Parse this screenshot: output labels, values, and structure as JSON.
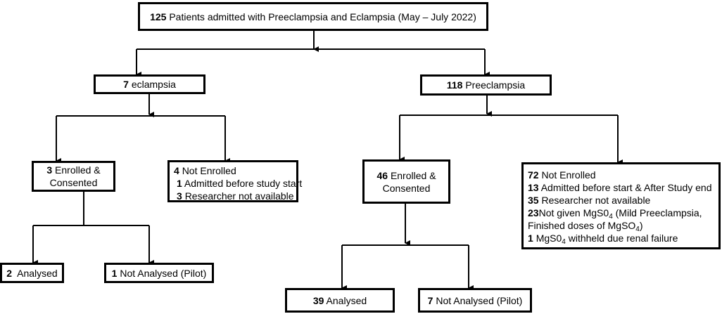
{
  "root": {
    "count": "125",
    "text": "Patients admitted with Preeclampsia and Eclampsia (May – July 2022)"
  },
  "eclampsia": {
    "count": "7",
    "label": "eclampsia",
    "enrolled": {
      "count": "3",
      "line1": "Enrolled &",
      "line2": "Consented"
    },
    "not_enrolled": {
      "count": "4",
      "label": "Not Enrolled",
      "reasons": [
        {
          "count": "1",
          "text": "Admitted before study start"
        },
        {
          "count": "3",
          "text": "Researcher not available"
        }
      ]
    },
    "analysed": {
      "count": "2",
      "label": "Analysed"
    },
    "not_analysed": {
      "count": "1",
      "label": "Not Analysed (Pilot)"
    }
  },
  "preeclampsia": {
    "count": "118",
    "label": "Preeclampsia",
    "enrolled": {
      "count": "46",
      "line1": "Enrolled &",
      "line2": "Consented"
    },
    "not_enrolled": {
      "count": "72",
      "label": "Not Enrolled",
      "reason1": {
        "count": "13",
        "text": "Admitted before start & After Study end"
      },
      "reason2": {
        "count": "35",
        "text": "Researcher not available"
      },
      "reason3": {
        "count": "23",
        "text_a": "Not given MgS0",
        "sub_a": "4",
        "text_b": " (Mild Preeclampsia,",
        "text_c": "Finished doses of MgSO",
        "sub_c": "4",
        "text_d": ")"
      },
      "reason4": {
        "count": "1",
        "text_a": "MgS0",
        "sub_a": "4",
        "text_b": " withheld due renal failure"
      }
    },
    "analysed": {
      "count": "39",
      "label": "Analysed"
    },
    "not_analysed": {
      "count": "7",
      "label": "Not Analysed (Pilot)"
    }
  }
}
